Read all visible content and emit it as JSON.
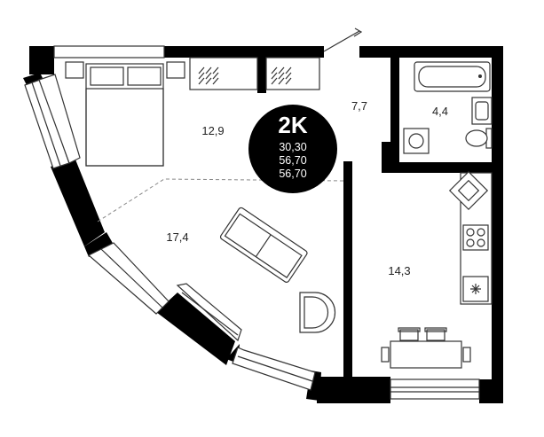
{
  "apartment": {
    "type": "2K",
    "areas": [
      "30,30",
      "56,70",
      "56,70"
    ]
  },
  "rooms": [
    {
      "id": "bedroom",
      "area": "12,9"
    },
    {
      "id": "hallway",
      "area": "7,7"
    },
    {
      "id": "bathroom",
      "area": "4,4"
    },
    {
      "id": "living-room",
      "area": "17,4"
    },
    {
      "id": "kitchen",
      "area": "14,3"
    }
  ],
  "colors": {
    "wall": "#000000",
    "line": "#333333",
    "badge": "#000000",
    "background": "#ffffff"
  }
}
